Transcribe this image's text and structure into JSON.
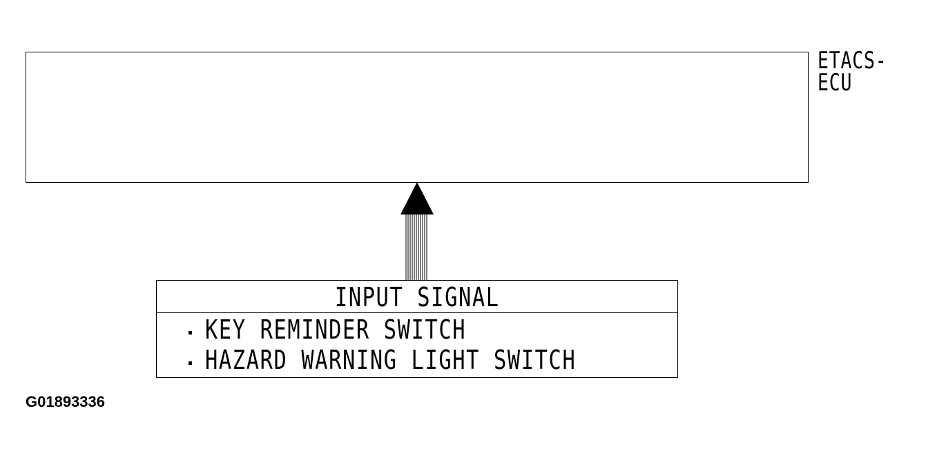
{
  "ecu": {
    "label_line1": "ETACS-",
    "label_line2": "ECU"
  },
  "input_signal": {
    "header": "INPUT SIGNAL",
    "items": [
      {
        "label": "KEY REMINDER SWITCH"
      },
      {
        "label": "HAZARD WARNING LIGHT SWITCH"
      }
    ]
  },
  "figure_id": "G01893336",
  "colors": {
    "line": "#000000",
    "background": "#ffffff"
  }
}
